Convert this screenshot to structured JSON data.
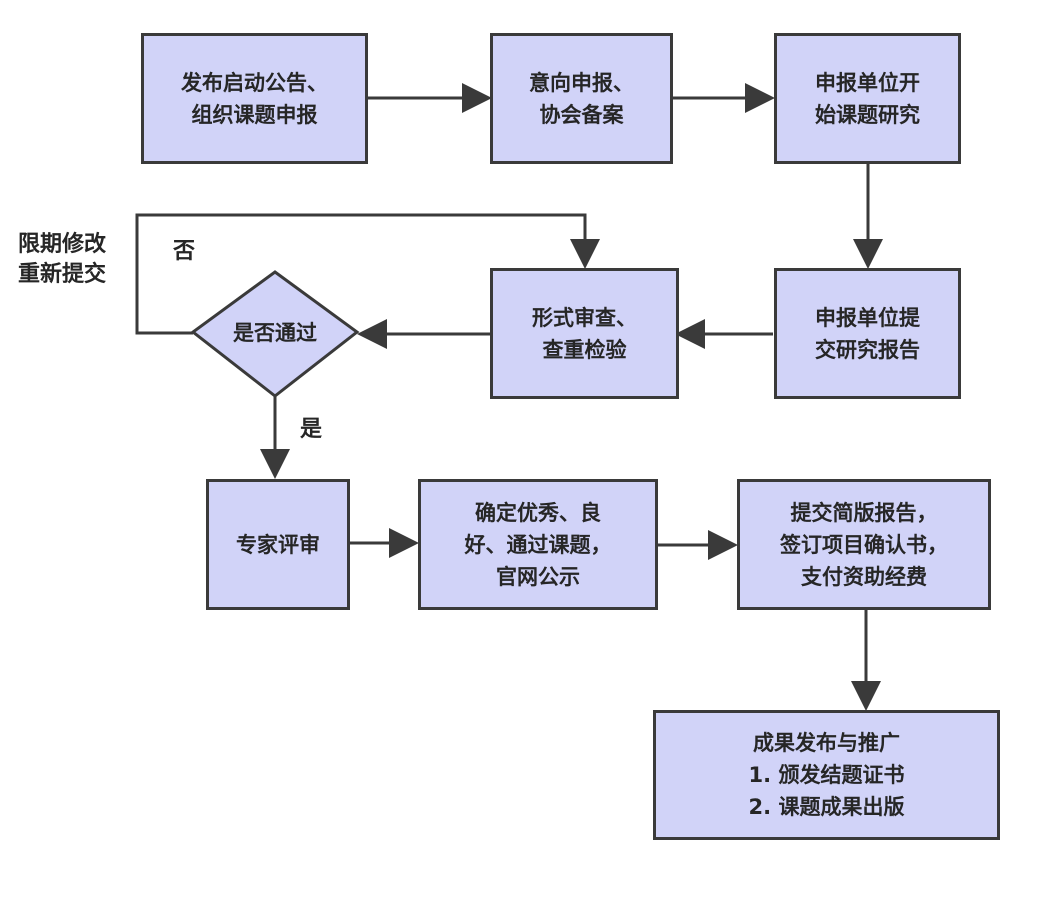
{
  "nodes": {
    "n1": "发布启动公告、\n组织课题申报",
    "n2": "意向申报、\n协会备案",
    "n3": "申报单位开\n始课题研究",
    "n4": "申报单位提\n交研究报告",
    "n5": "形式审查、\n查重检验",
    "decision": "是否通过",
    "n6": "专家评审",
    "n7": "确定优秀、良\n好、通过课题，\n官网公示",
    "n8": "提交简版报告，\n签订项目确认书，\n支付资助经费",
    "n9": "成果发布与推广\n1. 颁发结题证书\n2. 课题成果出版"
  },
  "labels": {
    "no": "否",
    "yes": "是",
    "revise": "限期修改\n重新提交"
  },
  "colors": {
    "node_fill": "#d1d3f8",
    "stroke": "#3a3a3a",
    "text": "#262626"
  }
}
